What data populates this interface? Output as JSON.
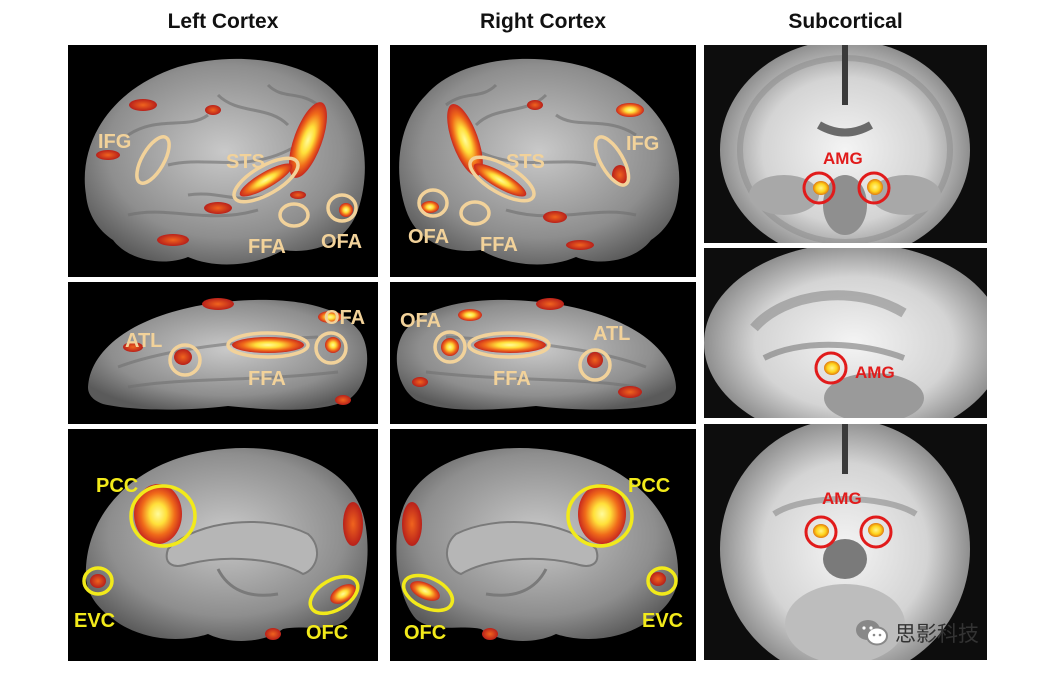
{
  "columns": {
    "left": "Left Cortex",
    "right": "Right Cortex",
    "subcortical": "Subcortical"
  },
  "labels": {
    "ifg": "IFG",
    "sts": "STS",
    "ffa": "FFA",
    "ofa": "OFA",
    "atl": "ATL",
    "pcc": "PCC",
    "evc": "EVC",
    "ofc": "OFC",
    "amg": "AMG"
  },
  "colors": {
    "cortex_background": "#000000",
    "brain_gray": "#9b9b9b",
    "activation_red": "#c8281e",
    "activation_yellow": "#ffe84a",
    "lateral_roi_ring": "#f2d29a",
    "medial_roi_ring": "#f2ea1a",
    "amygdala_ring": "#e11b1b"
  },
  "watermark": {
    "icon": "wechat-icon",
    "text": "思影科技"
  }
}
